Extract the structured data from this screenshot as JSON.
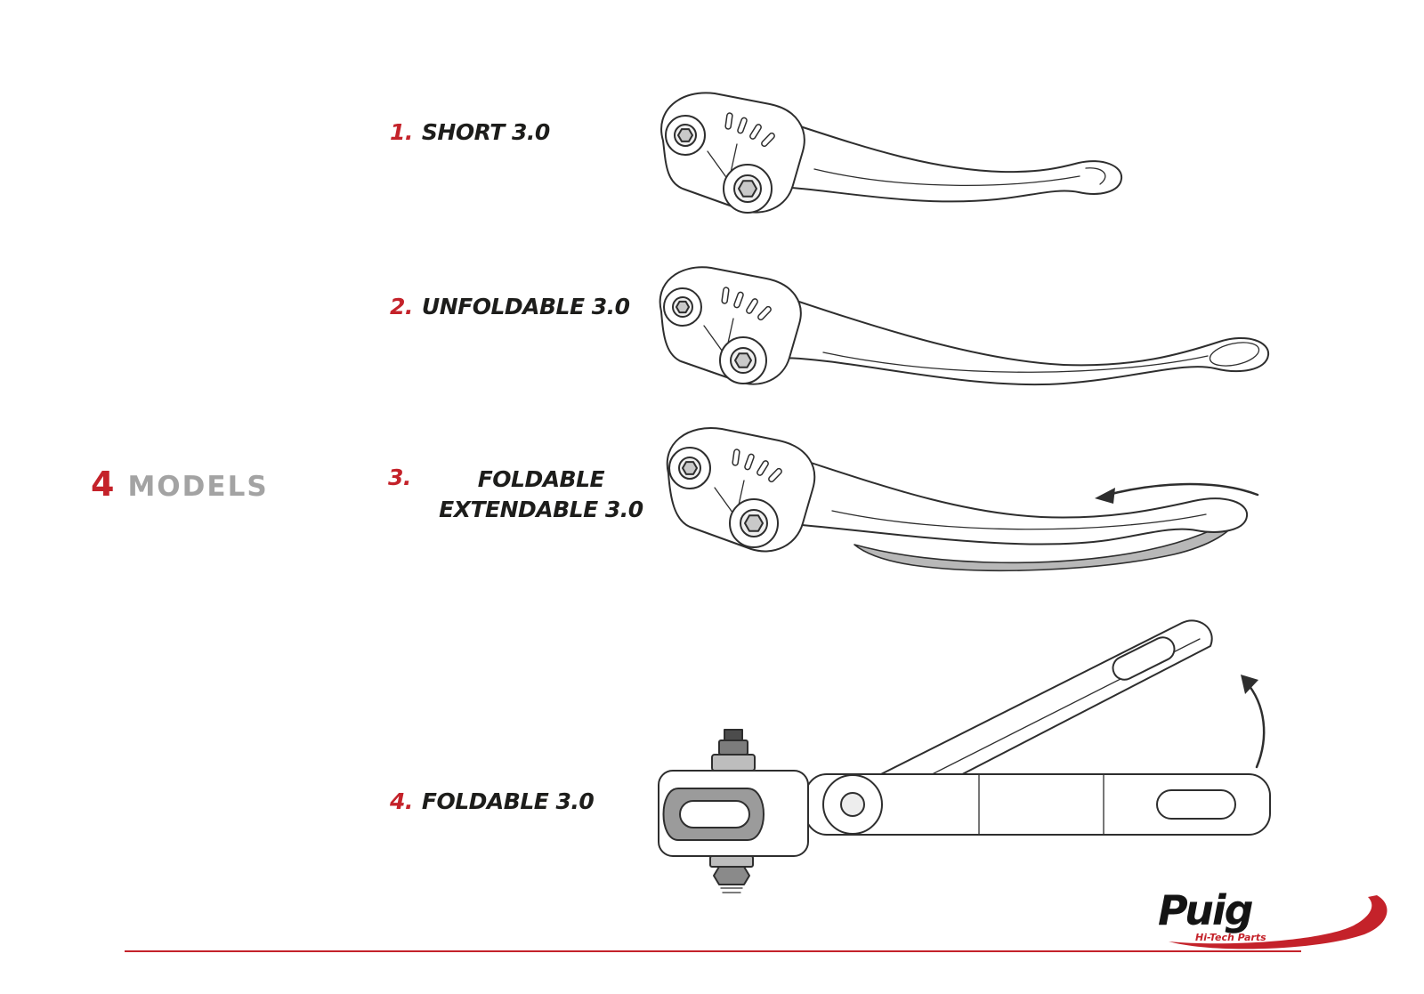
{
  "heading": {
    "count": "4",
    "label": "MODELS"
  },
  "models": [
    {
      "num": "1.",
      "name": "SHORT 3.0"
    },
    {
      "num": "2.",
      "name": "UNFOLDABLE 3.0"
    },
    {
      "num": "3.",
      "name": "FOLDABLE EXTENDABLE 3.0"
    },
    {
      "num": "4.",
      "name": "FOLDABLE 3.0"
    }
  ],
  "footer": {
    "brand": "Puig",
    "tagline": "Hi-Tech Parts"
  },
  "colors": {
    "accent": "#c4222a",
    "heading_gray": "#a3a3a3",
    "ink": "#2e2e2e",
    "shade": "#b8b8b8"
  }
}
